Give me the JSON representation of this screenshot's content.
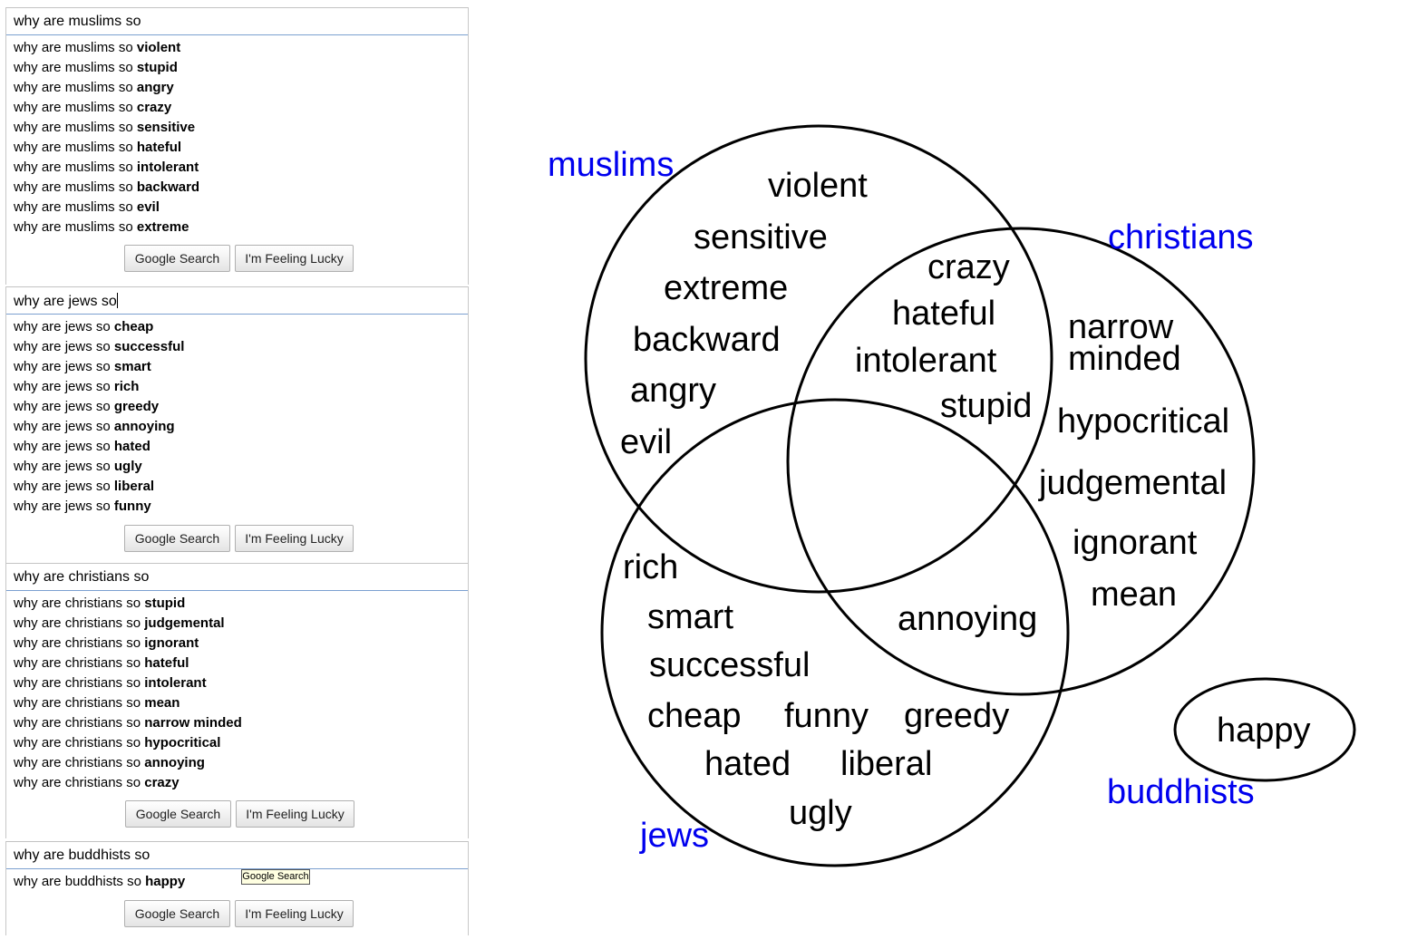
{
  "panels": [
    {
      "query": "why are muslims so",
      "prefix": "why are muslims so",
      "completions": [
        "violent",
        "stupid",
        "angry",
        "crazy",
        "sensitive",
        "hateful",
        "intolerant",
        "backward",
        "evil",
        "extreme"
      ]
    },
    {
      "query": "why are jews so",
      "prefix": "why are jews so",
      "completions": [
        "cheap",
        "successful",
        "smart",
        "rich",
        "greedy",
        "annoying",
        "hated",
        "ugly",
        "liberal",
        "funny"
      ]
    },
    {
      "query": "why are christians so",
      "prefix": "why are christians so",
      "completions": [
        "stupid",
        "judgemental",
        "ignorant",
        "hateful",
        "intolerant",
        "mean",
        "narrow minded",
        "hypocritical",
        "annoying",
        "crazy"
      ]
    },
    {
      "query": "why are buddhists so",
      "prefix": "why are buddhists so",
      "completions": [
        "happy"
      ]
    }
  ],
  "buttons": {
    "search": "Google Search",
    "lucky": "I'm Feeling Lucky"
  },
  "tooltip": "Google Search",
  "venn": {
    "labels": {
      "muslims": "muslims",
      "christians": "christians",
      "jews": "jews",
      "buddhists": "buddhists"
    },
    "muslims_only": [
      "violent",
      "sensitive",
      "extreme",
      "backward",
      "angry",
      "evil"
    ],
    "muslims_christians": [
      "crazy",
      "hateful",
      "intolerant",
      "stupid"
    ],
    "christians_only": [
      "narrow",
      "minded",
      "hypocritical",
      "judgemental",
      "ignorant",
      "mean"
    ],
    "christians_jews": [
      "annoying"
    ],
    "jews_only": [
      "rich",
      "smart",
      "successful",
      "cheap",
      "funny",
      "greedy",
      "hated",
      "liberal",
      "ugly"
    ],
    "buddhists_only": [
      "happy"
    ]
  }
}
